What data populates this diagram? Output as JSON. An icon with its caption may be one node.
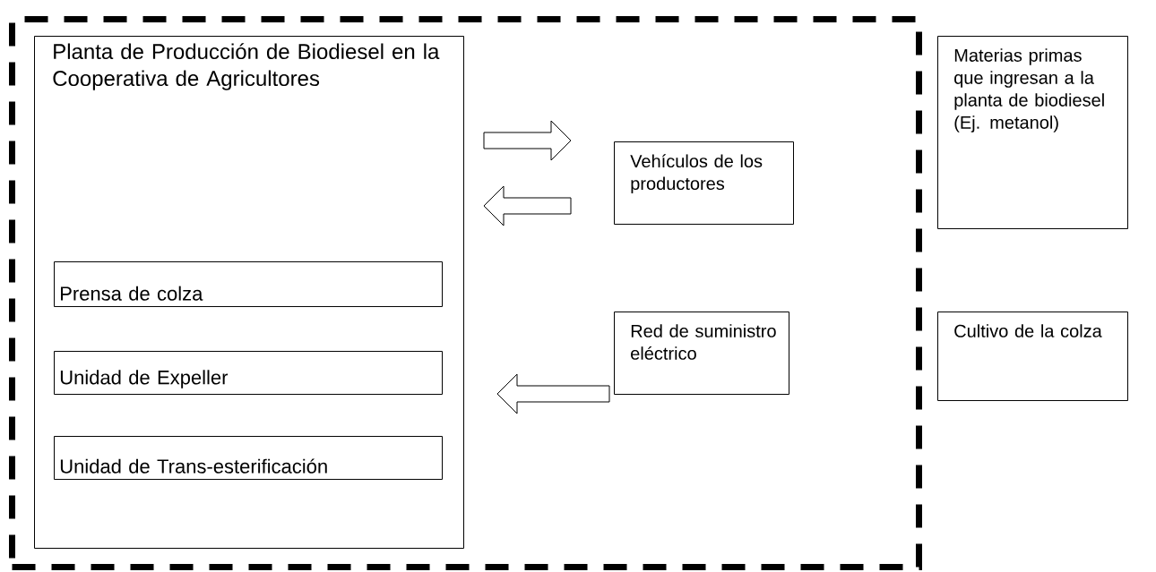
{
  "diagram": {
    "nodes": [
      {
        "text": [],
        "shape": "box"
      },
      {
        "text": [
          "Planta de Producción de Biodiesel en la Cooperativa de Agricultores"
        ],
        "in": 0
      },
      {
        "text": [
          "Prensa de colza"
        ],
        "in": 1
      },
      {
        "text": [
          "Unidad de Expeller"
        ],
        "in": 1
      },
      {
        "text": [
          "Unidad de Trans-esterificación"
        ],
        "in": 1
      },
      {
        "text": [
          "Vehículos de los productores"
        ],
        "in": 0
      },
      {
        "text": [
          "Red de suministro eléctrico"
        ],
        "in": 0
      },
      {
        "text": [
          "Materias primas que ingresan a la planta de biodiesel (Ej. metanol)"
        ]
      },
      {
        "text": [
          "Cultivo de la colza"
        ]
      }
    ],
    "edges": [
      {
        "from": 1,
        "to": 5,
        "arrow": "to"
      },
      {
        "from": 5,
        "to": 1,
        "arrow": "to"
      },
      {
        "from": 6,
        "to": 1,
        "arrow": "to"
      }
    ]
  }
}
